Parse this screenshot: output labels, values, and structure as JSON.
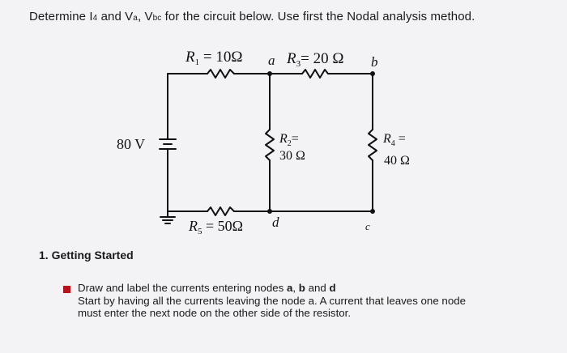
{
  "question": {
    "prefix": "Determine I",
    "i_sub": "4",
    "mid1": " and V",
    "va_sub": "a",
    "mid2": ", V",
    "vbc_sub": "bc",
    "suffix": " for the circuit below. Use first the Nodal analysis method."
  },
  "circuit": {
    "r1": "R",
    "r1_sub": "1",
    "r1_val": " = 10Ω",
    "r3": "R",
    "r3_sub": "3",
    "r3_val": "= 20 Ω",
    "r2_line1": "R",
    "r2_sub": "2",
    "r2_eq": "=",
    "r2_line2": "30 Ω",
    "r4_line1": "R",
    "r4_sub": "4",
    "r4_eq": " =",
    "r4_line2": "40 Ω",
    "r5": "R",
    "r5_sub": "5",
    "r5_val": " = 50Ω",
    "source": "80 V",
    "node_a": "a",
    "node_b": "b",
    "node_c": "c",
    "node_d": "d"
  },
  "section": {
    "title": "1. Getting Started"
  },
  "instructions": {
    "line1_pre": "Draw and label the currents entering nodes ",
    "line1_a": "a",
    "line1_sep1": ", ",
    "line1_b": "b",
    "line1_sep2": " and ",
    "line1_d": "d",
    "line2": "Start by having all the currents leaving the node a. A current that leaves one node",
    "line3": "must enter the next node on the other side of the resistor."
  },
  "colors": {
    "bullet": "#b8121b",
    "background": "#f3f2f5"
  }
}
